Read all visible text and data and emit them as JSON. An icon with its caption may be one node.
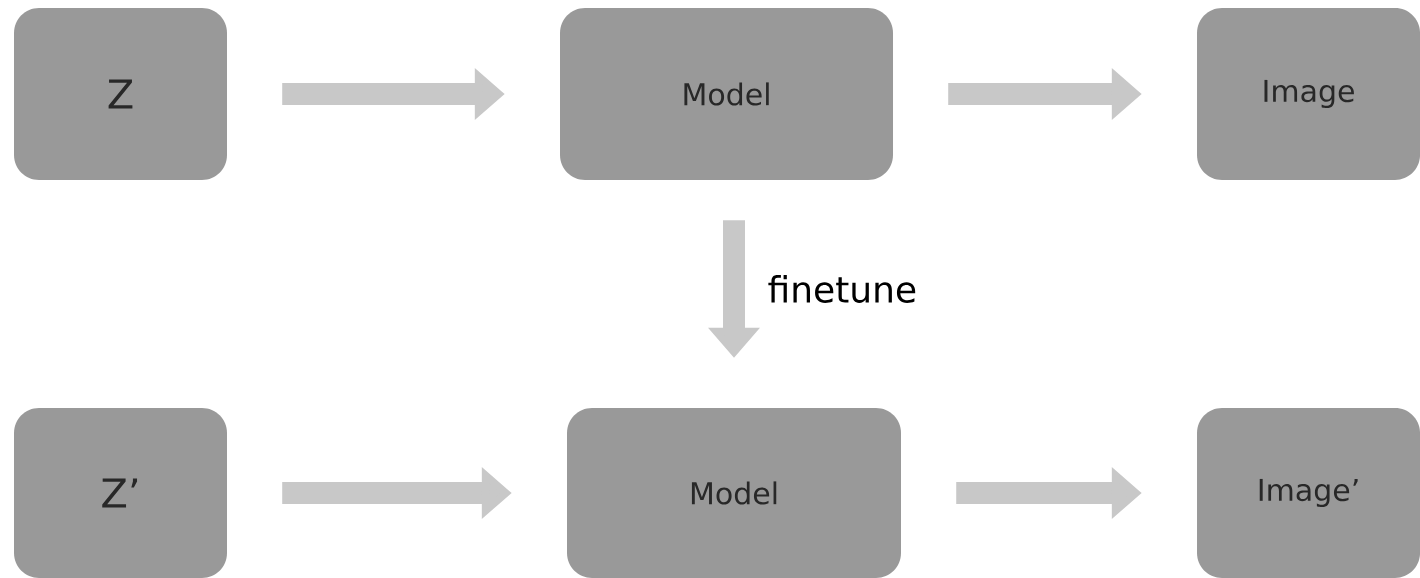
{
  "diagram": {
    "nodes": [
      {
        "text": [
          "Z"
        ]
      },
      {
        "text": [
          "Model"
        ]
      },
      {
        "text": [
          "Image"
        ]
      },
      {
        "text": [
          "Z’"
        ]
      },
      {
        "text": [
          "Model"
        ]
      },
      {
        "text": [
          "Image’"
        ]
      }
    ],
    "edges": [
      {
        "from": 0,
        "to": 1,
        "arrow": "to"
      },
      {
        "from": 1,
        "to": 2,
        "arrow": "to"
      },
      {
        "from": 1,
        "to": 4,
        "arrow": "to",
        "label": "finetune"
      },
      {
        "from": 3,
        "to": 4,
        "arrow": "to"
      },
      {
        "from": 4,
        "to": 5,
        "arrow": "to"
      }
    ]
  }
}
